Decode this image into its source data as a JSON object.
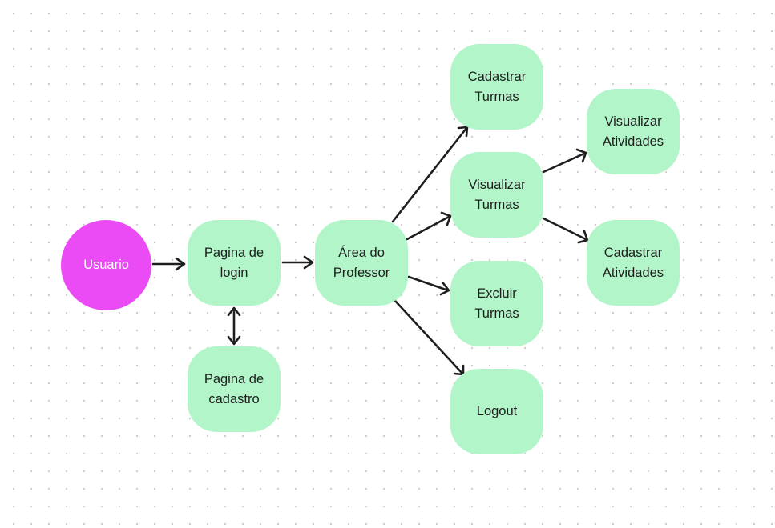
{
  "diagram": {
    "colors": {
      "node_fill": "#b2f5c9",
      "start_fill": "#ea4bf5",
      "edge_stroke": "#1e1e1e"
    },
    "nodes": {
      "usuario": {
        "label": "Usuario",
        "shape": "circle"
      },
      "pagina_login": {
        "label": "Pagina de login",
        "shape": "rounded-rect"
      },
      "pagina_cadastro": {
        "label": "Pagina de cadastro",
        "shape": "rounded-rect"
      },
      "area_professor": {
        "label": "Área do Professor",
        "shape": "rounded-rect"
      },
      "cadastrar_turmas": {
        "label": "Cadastrar Turmas",
        "shape": "rounded-rect"
      },
      "visualizar_turmas": {
        "label": "Visualizar Turmas",
        "shape": "rounded-rect"
      },
      "excluir_turmas": {
        "label": "Excluir Turmas",
        "shape": "rounded-rect"
      },
      "logout": {
        "label": "Logout",
        "shape": "rounded-rect"
      },
      "visualizar_atividades": {
        "label": "Visualizar Atividades",
        "shape": "rounded-rect"
      },
      "cadastrar_atividades": {
        "label": "Cadastrar Atividades",
        "shape": "rounded-rect"
      }
    },
    "edges": [
      {
        "from": "usuario",
        "to": "pagina_login",
        "direction": "forward"
      },
      {
        "from": "pagina_login",
        "to": "pagina_cadastro",
        "direction": "both"
      },
      {
        "from": "pagina_login",
        "to": "area_professor",
        "direction": "forward"
      },
      {
        "from": "area_professor",
        "to": "cadastrar_turmas",
        "direction": "forward"
      },
      {
        "from": "area_professor",
        "to": "visualizar_turmas",
        "direction": "forward"
      },
      {
        "from": "area_professor",
        "to": "excluir_turmas",
        "direction": "forward"
      },
      {
        "from": "area_professor",
        "to": "logout",
        "direction": "forward"
      },
      {
        "from": "visualizar_turmas",
        "to": "visualizar_atividades",
        "direction": "forward"
      },
      {
        "from": "visualizar_turmas",
        "to": "cadastrar_atividades",
        "direction": "forward"
      }
    ]
  }
}
